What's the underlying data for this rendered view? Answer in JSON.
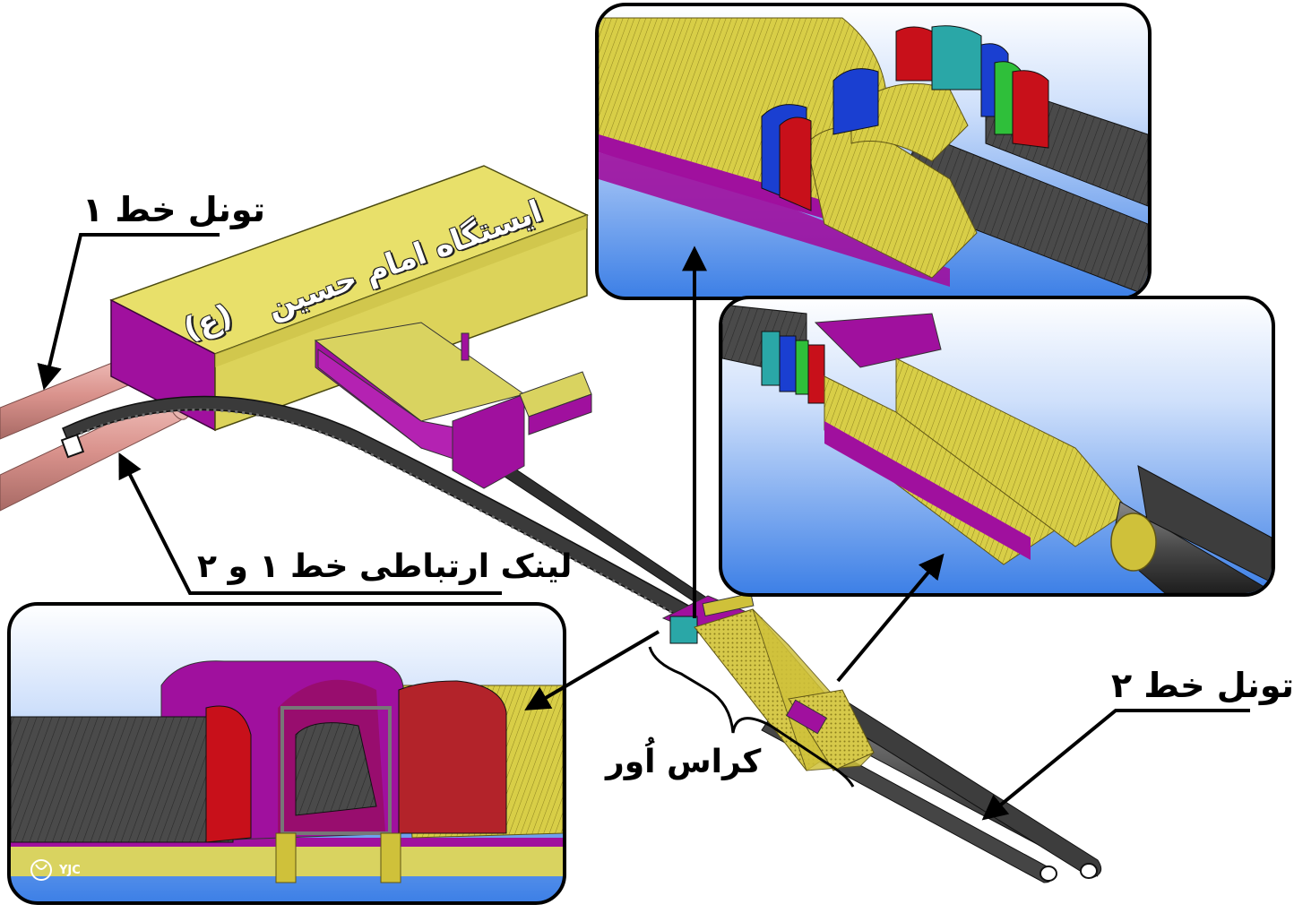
{
  "labels": {
    "tunnel_line_1": "تونل خط ۱",
    "station_line_a": "ایستگاه امام حسین",
    "station_line_b": "(ع)",
    "link_line": "لینک ارتباطی خط ۱ و ۲",
    "tunnel_line_2": "تونل خط ۲",
    "crossover": "کراس اُور"
  },
  "watermark": {
    "text": "YJC",
    "logo": "yjc-logo-icon"
  },
  "colors": {
    "tunnel_line_1": "#d9928c",
    "station_top": "#e8e06a",
    "station_side": "#a0109e",
    "link_tunnel": "#3a3a3a",
    "line2_tunnel": "#474747",
    "crossover_yellow": "#cfc13a",
    "inset_background_top": "#ffffff",
    "inset_background_bottom": "#3c7fe6",
    "accent_red": "#c8101a",
    "accent_blue": "#1a3fd1",
    "accent_green": "#2fbf3a",
    "accent_teal": "#2aa7a7",
    "arrow": "#000000"
  }
}
